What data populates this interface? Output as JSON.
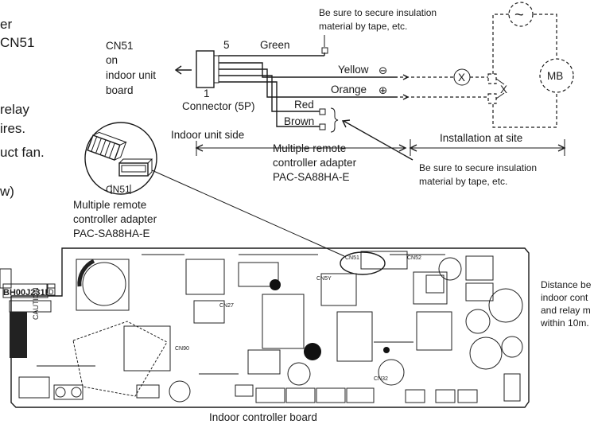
{
  "left_fragments": [
    "er",
    "CN51",
    "relay",
    "ires.",
    "uct fan.",
    "w)"
  ],
  "labels": {
    "cn51_on_board": [
      "CN51",
      "on",
      "indoor unit",
      "board"
    ],
    "pin5": "5",
    "pin1": "1",
    "connector": "Connector (5P)",
    "insulation_top": [
      "Be sure to secure insulation",
      "material by tape, etc."
    ],
    "insulation_mid": [
      "Be sure to secure insulation",
      "material by tape, etc."
    ],
    "indoor_side": "Indoor unit side",
    "installation": "Installation at site",
    "adapter_mid": [
      "Multiple remote",
      "controller adapter",
      "PAC-SA88HA-E"
    ],
    "adapter_left": [
      "Multiple remote",
      "controller adapter",
      "PAC-SA88HA-E"
    ],
    "cn51_small": "CN51",
    "mb": "MB",
    "x_lamp": "X",
    "x_relay": "X",
    "board_caption": "Indoor controller board",
    "distance": [
      "Distance be",
      "indoor cont",
      "and relay m",
      "within 10m."
    ]
  },
  "wires": [
    {
      "name": "Green"
    },
    {
      "name": "Yellow",
      "polarity": "⊖"
    },
    {
      "name": "Orange",
      "polarity": "⊕"
    },
    {
      "name": "Red"
    },
    {
      "name": "Brown"
    }
  ],
  "board_marks": [
    "BH00J231B",
    "D",
    "CAUTION",
    "CN27",
    "CN51",
    "CN52",
    "CN90",
    "CN32",
    "CN5Y"
  ],
  "ac_symbol": "~"
}
